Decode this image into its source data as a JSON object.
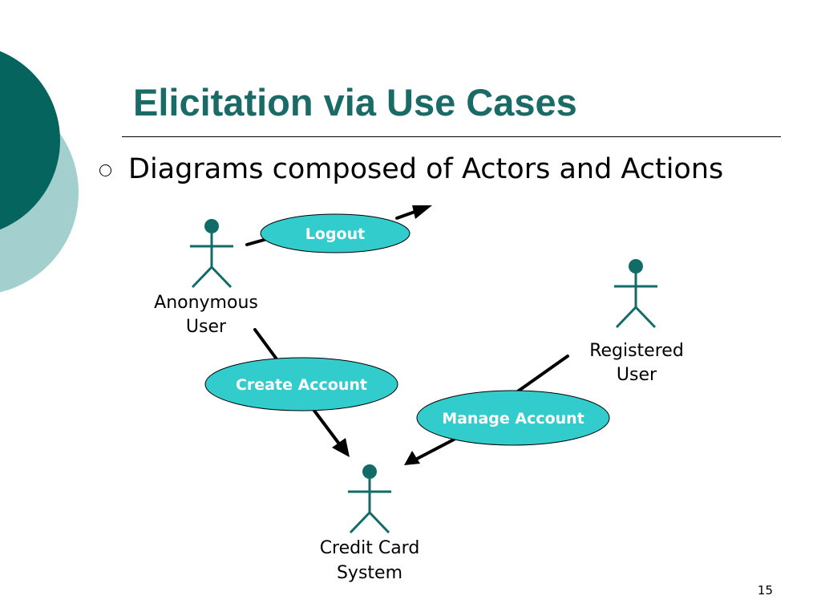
{
  "slide": {
    "title": "Elicitation via Use Cases",
    "bullet": "Diagrams composed of Actors and Actions",
    "page_number": "15"
  },
  "colors": {
    "title": "#1a6b68",
    "dark_teal": "#06645f",
    "light_teal": "#a3cfcf",
    "actor": "#116c68",
    "use_case_fill": "#33cccc",
    "arrow": "#000000"
  },
  "diagram": {
    "actors": [
      {
        "id": "anonymous-user",
        "label_lines": [
          "Anonymous",
          "User"
        ]
      },
      {
        "id": "registered-user",
        "label_lines": [
          "Registered",
          "User"
        ]
      },
      {
        "id": "credit-card-system",
        "label_lines": [
          "Credit Card",
          "System"
        ]
      }
    ],
    "use_cases": [
      {
        "id": "logout",
        "label": "Logout"
      },
      {
        "id": "create-account",
        "label": "Create Account"
      },
      {
        "id": "manage-account",
        "label": "Manage Account"
      }
    ],
    "edges": [
      {
        "from": "anonymous-user",
        "via": "logout",
        "to": ""
      },
      {
        "from": "anonymous-user",
        "via": "create-account",
        "to": "credit-card-system"
      },
      {
        "from": "registered-user",
        "via": "manage-account",
        "to": "credit-card-system"
      }
    ]
  }
}
